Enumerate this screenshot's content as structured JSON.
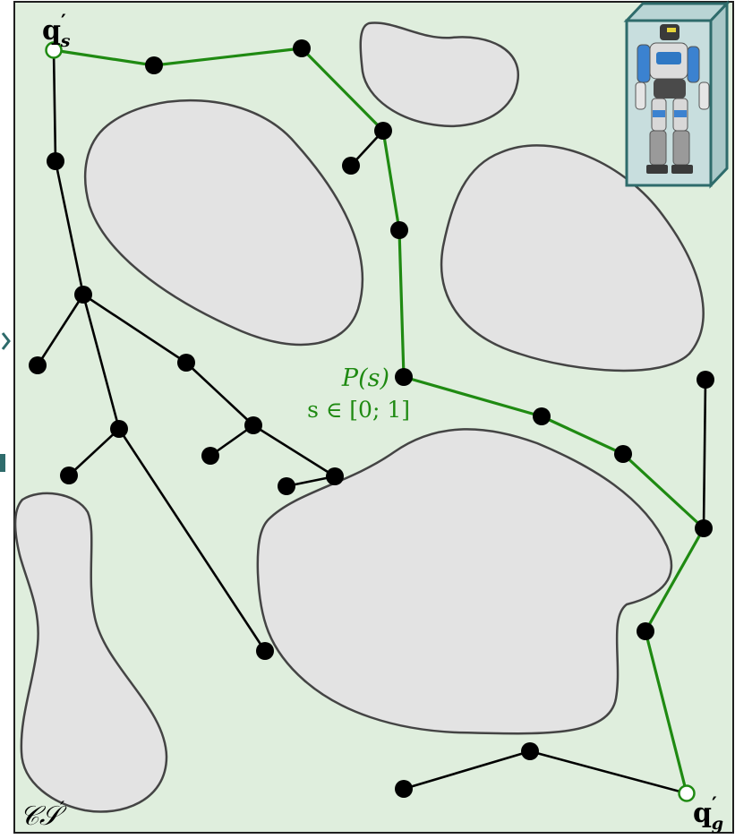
{
  "labels": {
    "start_symbol": "q",
    "start_prime": "′",
    "start_subscript": "s",
    "goal_symbol": "q",
    "goal_prime": "′",
    "goal_subscript": "g",
    "path_name": "P(s)",
    "path_domain": "s ∈ [0; 1]",
    "space_name": "𝒞𝒮",
    "space_prime": "′"
  },
  "colors": {
    "background": "#dfeedd",
    "border": "#1f1f1f",
    "obstacle_fill": "#e3e3e3",
    "obstacle_stroke": "#444444",
    "tree_edge": "#000000",
    "node": "#000000",
    "path": "#1f8a12",
    "path_label": "#1f8a12",
    "robot_box": "#2e6b6b",
    "robot_box_fill": "#c8dede"
  },
  "icons": {
    "robot": "humanoid-robot-in-bounding-box"
  }
}
